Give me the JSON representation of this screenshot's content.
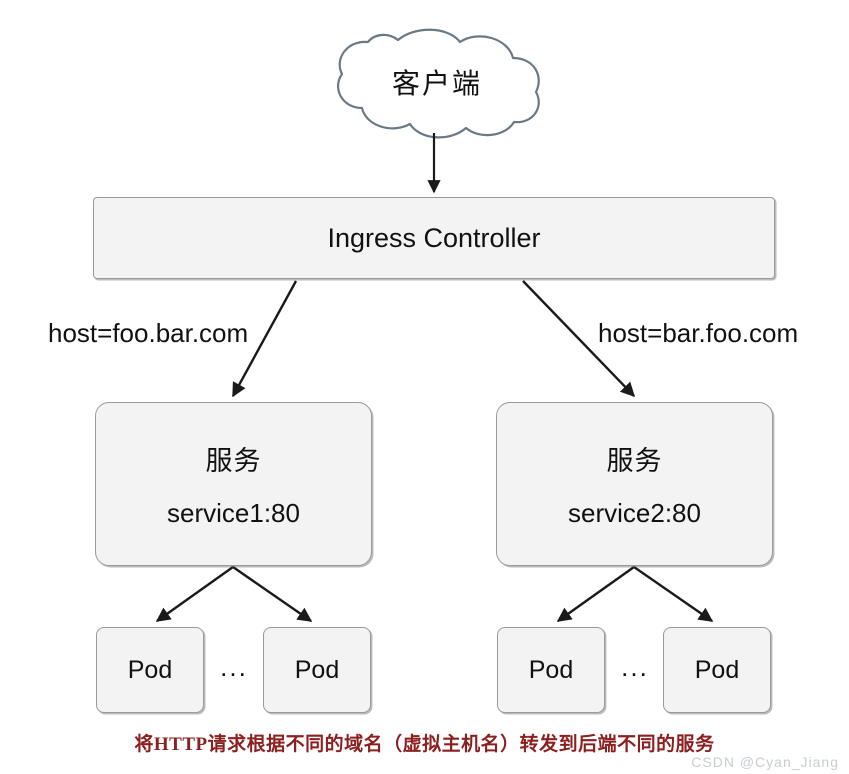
{
  "diagram": {
    "title_caption": "将HTTP请求根据不同的域名（虚拟主机名）转发到后端不同的服务",
    "watermark": "CSDN @Cyan_Jiang",
    "colors": {
      "node_fill": "#f3f3f3",
      "node_stroke": "#9a9a9a",
      "cloud_stroke": "#6a7a85",
      "edge": "#1a1a1a",
      "caption": "#8c1f1f",
      "watermark": "#c9cdd2",
      "background": "#ffffff"
    },
    "cloud": {
      "label": "客户端"
    },
    "ingress": {
      "label": "Ingress Controller"
    },
    "edge_labels": {
      "left": "host=foo.bar.com",
      "right": "host=bar.foo.com"
    },
    "services": [
      {
        "title": "服务",
        "subtitle": "service1:80"
      },
      {
        "title": "服务",
        "subtitle": "service2:80"
      }
    ],
    "pods": [
      {
        "label": "Pod"
      },
      {
        "label": "Pod"
      },
      {
        "label": "Pod"
      },
      {
        "label": "Pod"
      }
    ],
    "ellipsis": "...",
    "edges": [
      {
        "from": "cloud",
        "to": "ingress",
        "label": ""
      },
      {
        "from": "ingress",
        "to": "service1",
        "label": "host=foo.bar.com"
      },
      {
        "from": "ingress",
        "to": "service2",
        "label": "host=bar.foo.com"
      },
      {
        "from": "service1",
        "to": "pod1",
        "label": ""
      },
      {
        "from": "service1",
        "to": "pod2",
        "label": ""
      },
      {
        "from": "service2",
        "to": "pod3",
        "label": ""
      },
      {
        "from": "service2",
        "to": "pod4",
        "label": ""
      }
    ]
  }
}
